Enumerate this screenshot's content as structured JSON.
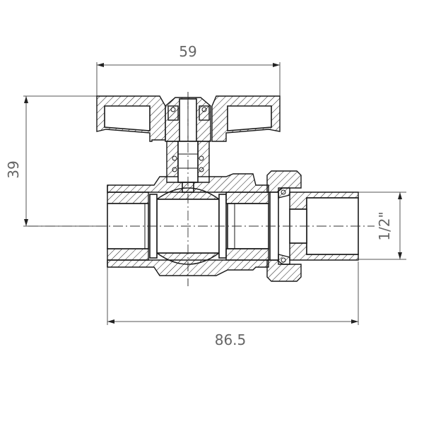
{
  "drawing": {
    "subject": "Ball valve cross-section with union connector and butterfly handle",
    "dimensions": {
      "width_handle": "59",
      "height": "39",
      "length": "86.5",
      "thread": "1/2\""
    },
    "colors": {
      "line": "#1a1a1a",
      "dimension": "#555555",
      "text": "#666666",
      "background": "#ffffff"
    }
  }
}
